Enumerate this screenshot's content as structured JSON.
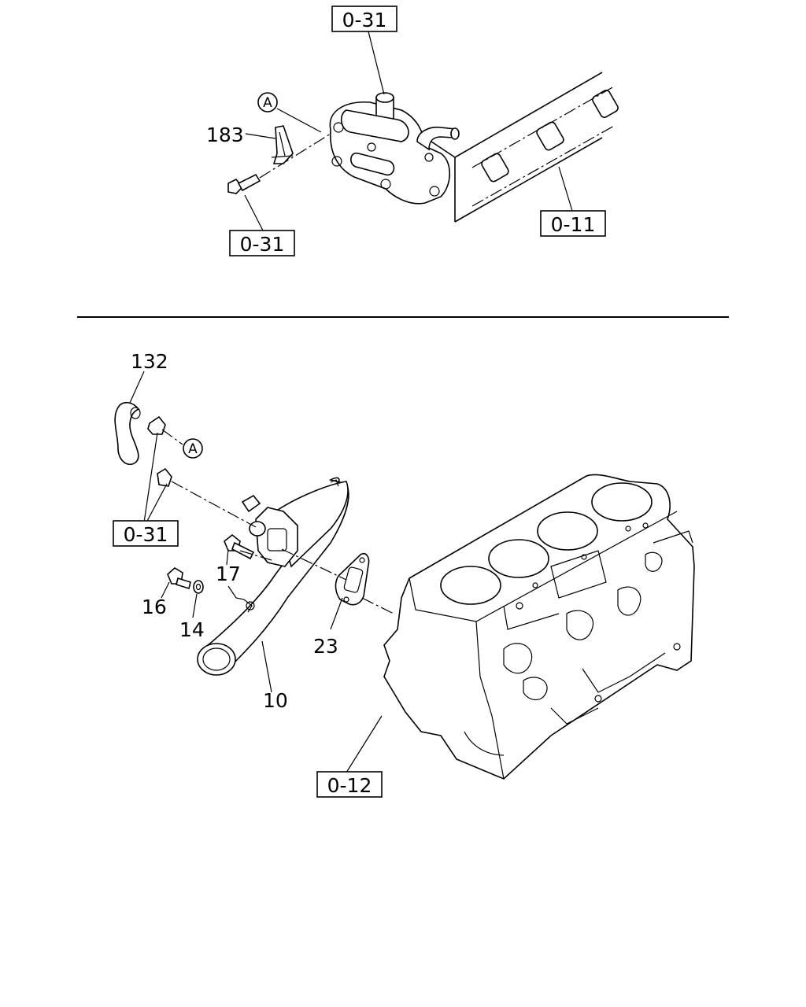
{
  "top_section": {
    "ref_top": "0-31",
    "ref_bolt": "0-31",
    "ref_head": "0-11",
    "part_bracket": "183",
    "marker": "A"
  },
  "bottom_section": {
    "part_hose": "132",
    "marker": "A",
    "ref_fittings": "0-31",
    "part_bolt_17": "17",
    "part_bolt_16": "16",
    "part_washer_14": "14",
    "part_gasket_23": "23",
    "part_pipe_10": "10",
    "ref_block": "0-12"
  }
}
